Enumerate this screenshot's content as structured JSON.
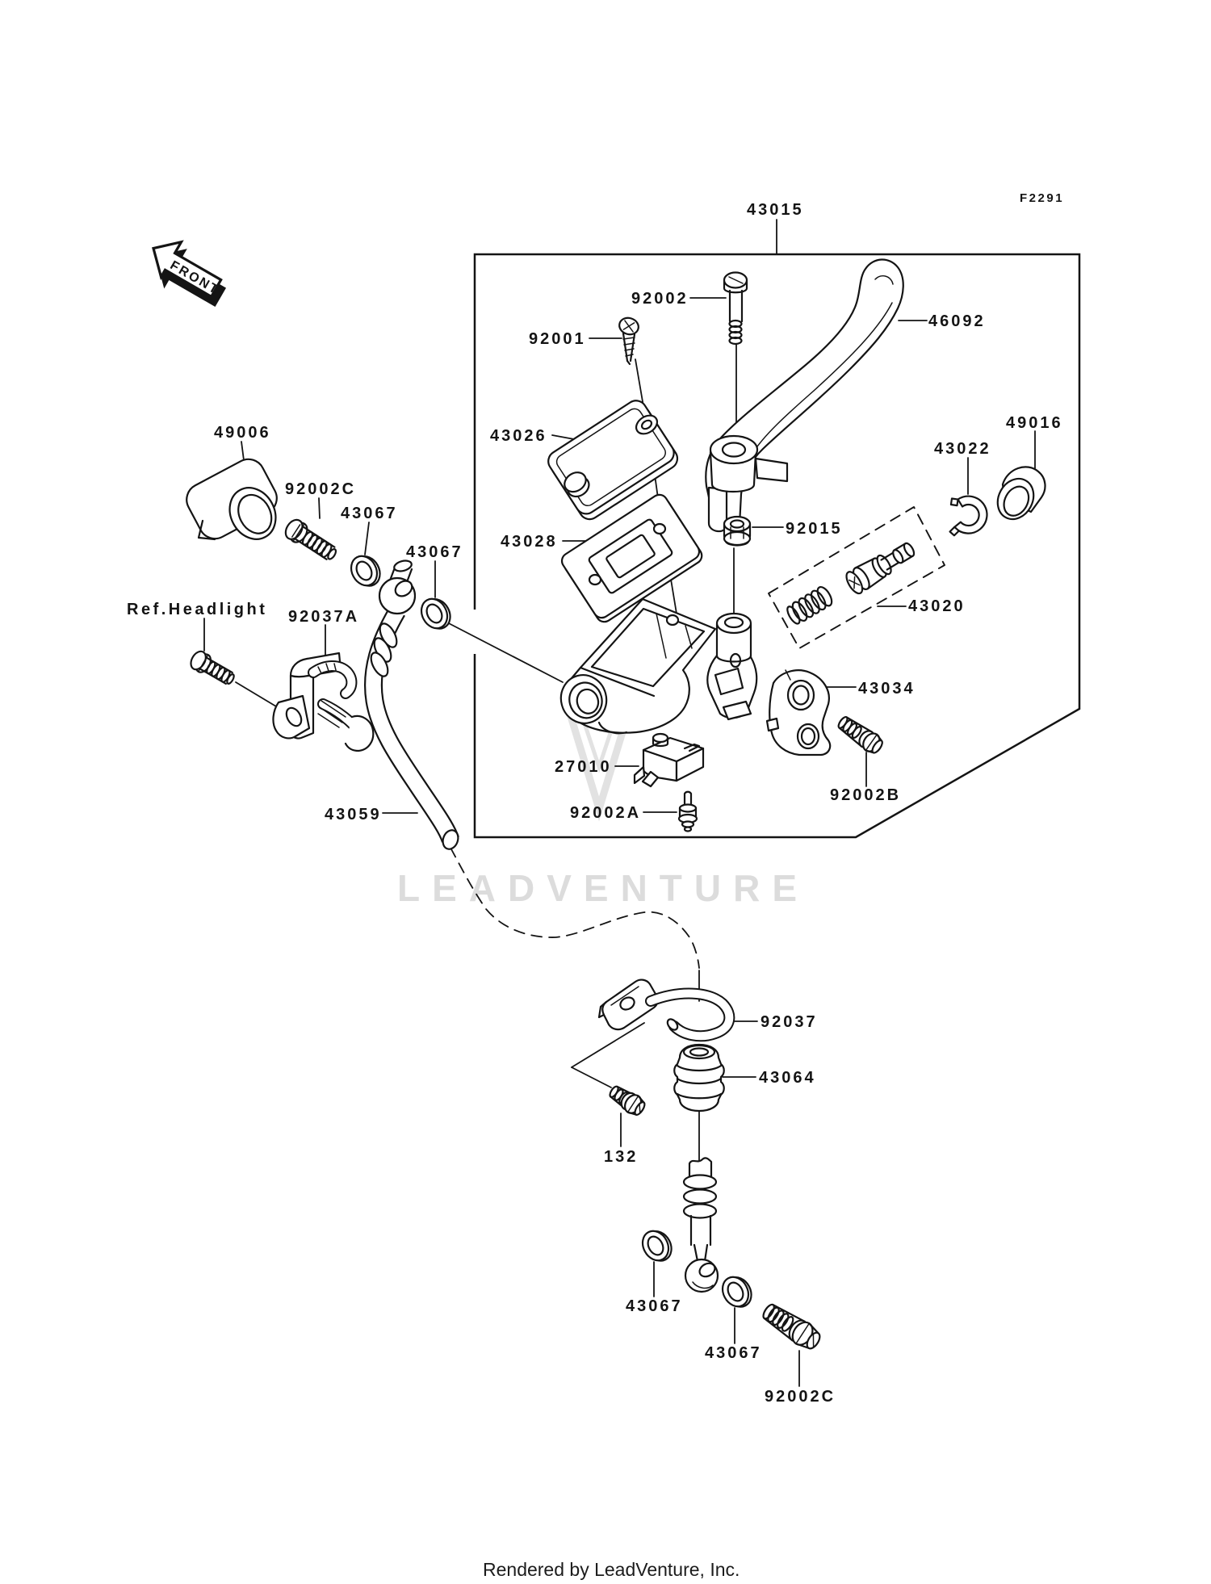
{
  "page": {
    "front_arrow": "FRONT",
    "diagram_code": "F2291",
    "watermark": "LEADVENTURE",
    "credit": "Rendered by LeadVenture, Inc."
  },
  "assembly": {
    "number": "43015",
    "description": "master cylinder assembly boundary box"
  },
  "labels": [
    {
      "text": "43015"
    },
    {
      "text": "92002"
    },
    {
      "text": "92001"
    },
    {
      "text": "46092"
    },
    {
      "text": "43026"
    },
    {
      "text": "49006"
    },
    {
      "text": "92002C"
    },
    {
      "text": "43067"
    },
    {
      "text": "43067"
    },
    {
      "text": "43028"
    },
    {
      "text": "92015"
    },
    {
      "text": "43022"
    },
    {
      "text": "49016"
    },
    {
      "text": "43020"
    },
    {
      "text": "Ref.Headlight"
    },
    {
      "text": "92037A"
    },
    {
      "text": "43034"
    },
    {
      "text": "27010"
    },
    {
      "text": "92002A"
    },
    {
      "text": "92002B"
    },
    {
      "text": "43059"
    },
    {
      "text": "92037"
    },
    {
      "text": "43064"
    },
    {
      "text": "132"
    },
    {
      "text": "43067"
    },
    {
      "text": "43067"
    },
    {
      "text": "92002C"
    }
  ]
}
